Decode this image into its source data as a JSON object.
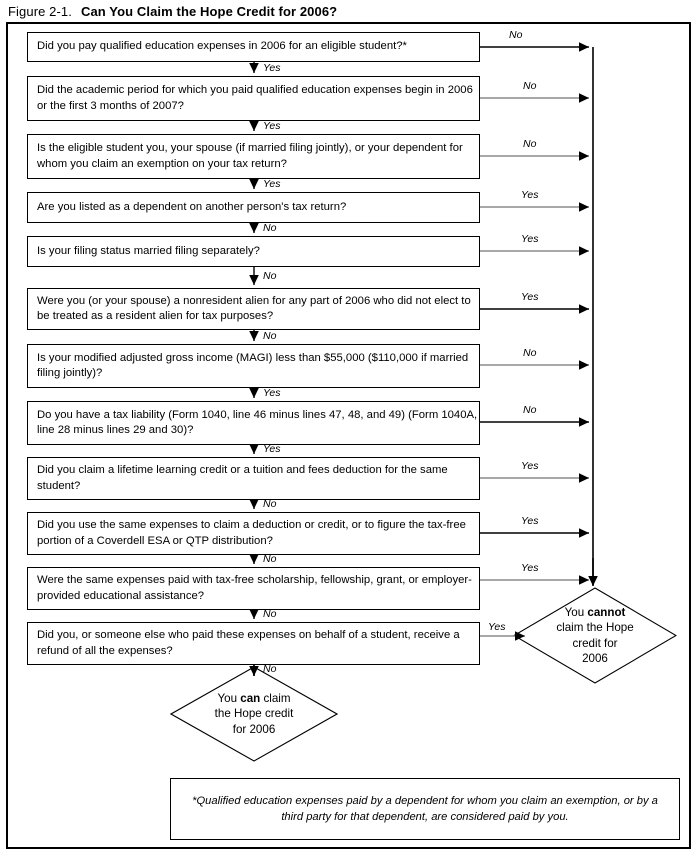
{
  "figure": {
    "label": "Figure 2-1.",
    "title": "Can You Claim the Hope Credit for 2006?"
  },
  "colors": {
    "line": "#000000",
    "grey_line": "#8c8c8c",
    "background": "#ffffff",
    "border": "#000000"
  },
  "flowchart": {
    "type": "decision-flowchart",
    "questions": [
      {
        "id": "q1",
        "text": "Did you pay qualified education expenses in 2006 for an eligible student?*",
        "down_label": "Yes",
        "right_label": "No"
      },
      {
        "id": "q2",
        "text": "Did the academic period for which you paid qualified education expenses begin in 2006 or the first 3 months of 2007?",
        "down_label": "Yes",
        "right_label": "No"
      },
      {
        "id": "q3",
        "text": "Is the eligible student you, your spouse (if married filing jointly), or your dependent for whom you claim an exemption on your tax return?",
        "down_label": "Yes",
        "right_label": "No"
      },
      {
        "id": "q4",
        "text": "Are you listed as a dependent on another person's tax return?",
        "down_label": "No",
        "right_label": "Yes"
      },
      {
        "id": "q5",
        "text": "Is your filing status married filing separately?",
        "down_label": "No",
        "right_label": "Yes"
      },
      {
        "id": "q6",
        "text": "Were you (or your spouse) a nonresident alien for any part of 2006 who did not elect to be treated as a resident alien for tax purposes?",
        "down_label": "No",
        "right_label": "Yes"
      },
      {
        "id": "q7",
        "text": "Is your modified adjusted gross income (MAGI) less than $55,000 ($110,000 if married filing jointly)?",
        "down_label": "Yes",
        "right_label": "No"
      },
      {
        "id": "q8",
        "text": "Do you have a tax liability (Form 1040, line 46 minus lines 47, 48, and 49) (Form 1040A, line 28 minus lines 29 and 30)?",
        "down_label": "Yes",
        "right_label": "No"
      },
      {
        "id": "q9",
        "text": "Did you claim a lifetime learning credit or a tuition and fees deduction for the same student?",
        "down_label": "No",
        "right_label": "Yes"
      },
      {
        "id": "q10",
        "text": "Did you use the same expenses to claim a deduction or credit, or to figure the tax-free portion of a Coverdell ESA or QTP distribution?",
        "down_label": "No",
        "right_label": "Yes"
      },
      {
        "id": "q11",
        "text": "Were the same expenses paid with tax-free scholarship, fellowship, grant, or employer-provided educational assistance?",
        "down_label": "No",
        "right_label": "Yes"
      },
      {
        "id": "q12",
        "text": "Did you, or someone else who paid these expenses on behalf of a student, receive a refund of all the expenses?",
        "down_label": "No",
        "right_label": "Yes"
      }
    ],
    "outcomes": {
      "can": {
        "id": "outcome-can",
        "line1_pre": "You ",
        "line1_bold": "can",
        "line1_post": " claim",
        "line2": "the Hope credit",
        "line3": "for 2006"
      },
      "cannot": {
        "id": "outcome-cannot",
        "line1_pre": "You ",
        "line1_bold": "cannot",
        "line1_post": "",
        "line2": "claim the Hope",
        "line3": "credit for",
        "line4": "2006"
      }
    },
    "footnote": "*Qualified education expenses paid by a dependent for whom you claim an exemption, or by a third party for that dependent, are considered paid by you."
  }
}
